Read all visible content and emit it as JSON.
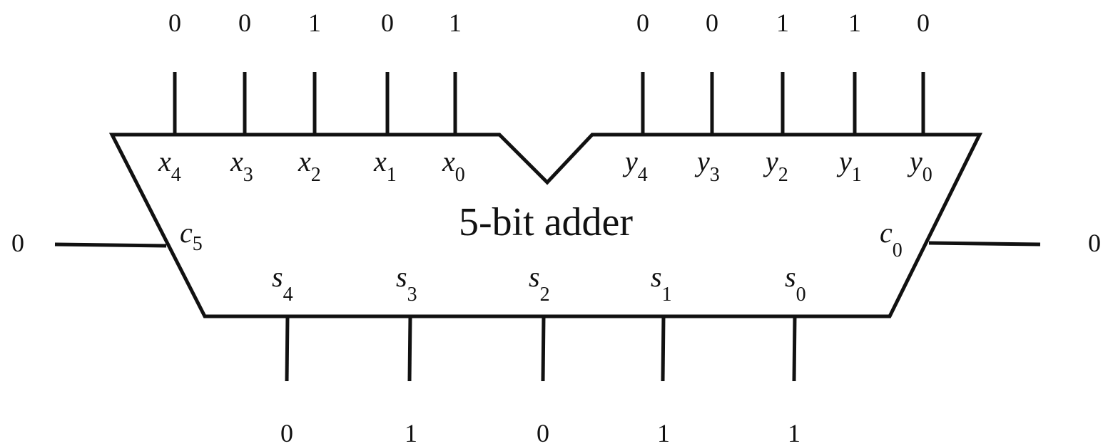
{
  "component": {
    "title": "5-bit adder"
  },
  "x_inputs": [
    {
      "name": "x",
      "index": "4",
      "value": "0"
    },
    {
      "name": "x",
      "index": "3",
      "value": "0"
    },
    {
      "name": "x",
      "index": "2",
      "value": "1"
    },
    {
      "name": "x",
      "index": "1",
      "value": "0"
    },
    {
      "name": "x",
      "index": "0",
      "value": "1"
    }
  ],
  "y_inputs": [
    {
      "name": "y",
      "index": "4",
      "value": "0"
    },
    {
      "name": "y",
      "index": "3",
      "value": "0"
    },
    {
      "name": "y",
      "index": "2",
      "value": "1"
    },
    {
      "name": "y",
      "index": "1",
      "value": "1"
    },
    {
      "name": "y",
      "index": "0",
      "value": "0"
    }
  ],
  "sum_outputs": [
    {
      "name": "s",
      "index": "4",
      "value": "0"
    },
    {
      "name": "s",
      "index": "3",
      "value": "1"
    },
    {
      "name": "s",
      "index": "2",
      "value": "0"
    },
    {
      "name": "s",
      "index": "1",
      "value": "1"
    },
    {
      "name": "s",
      "index": "0",
      "value": "1"
    }
  ],
  "carry_out": {
    "name": "c",
    "index": "5",
    "value": "0"
  },
  "carry_in": {
    "name": "c",
    "index": "0",
    "value": "0"
  }
}
